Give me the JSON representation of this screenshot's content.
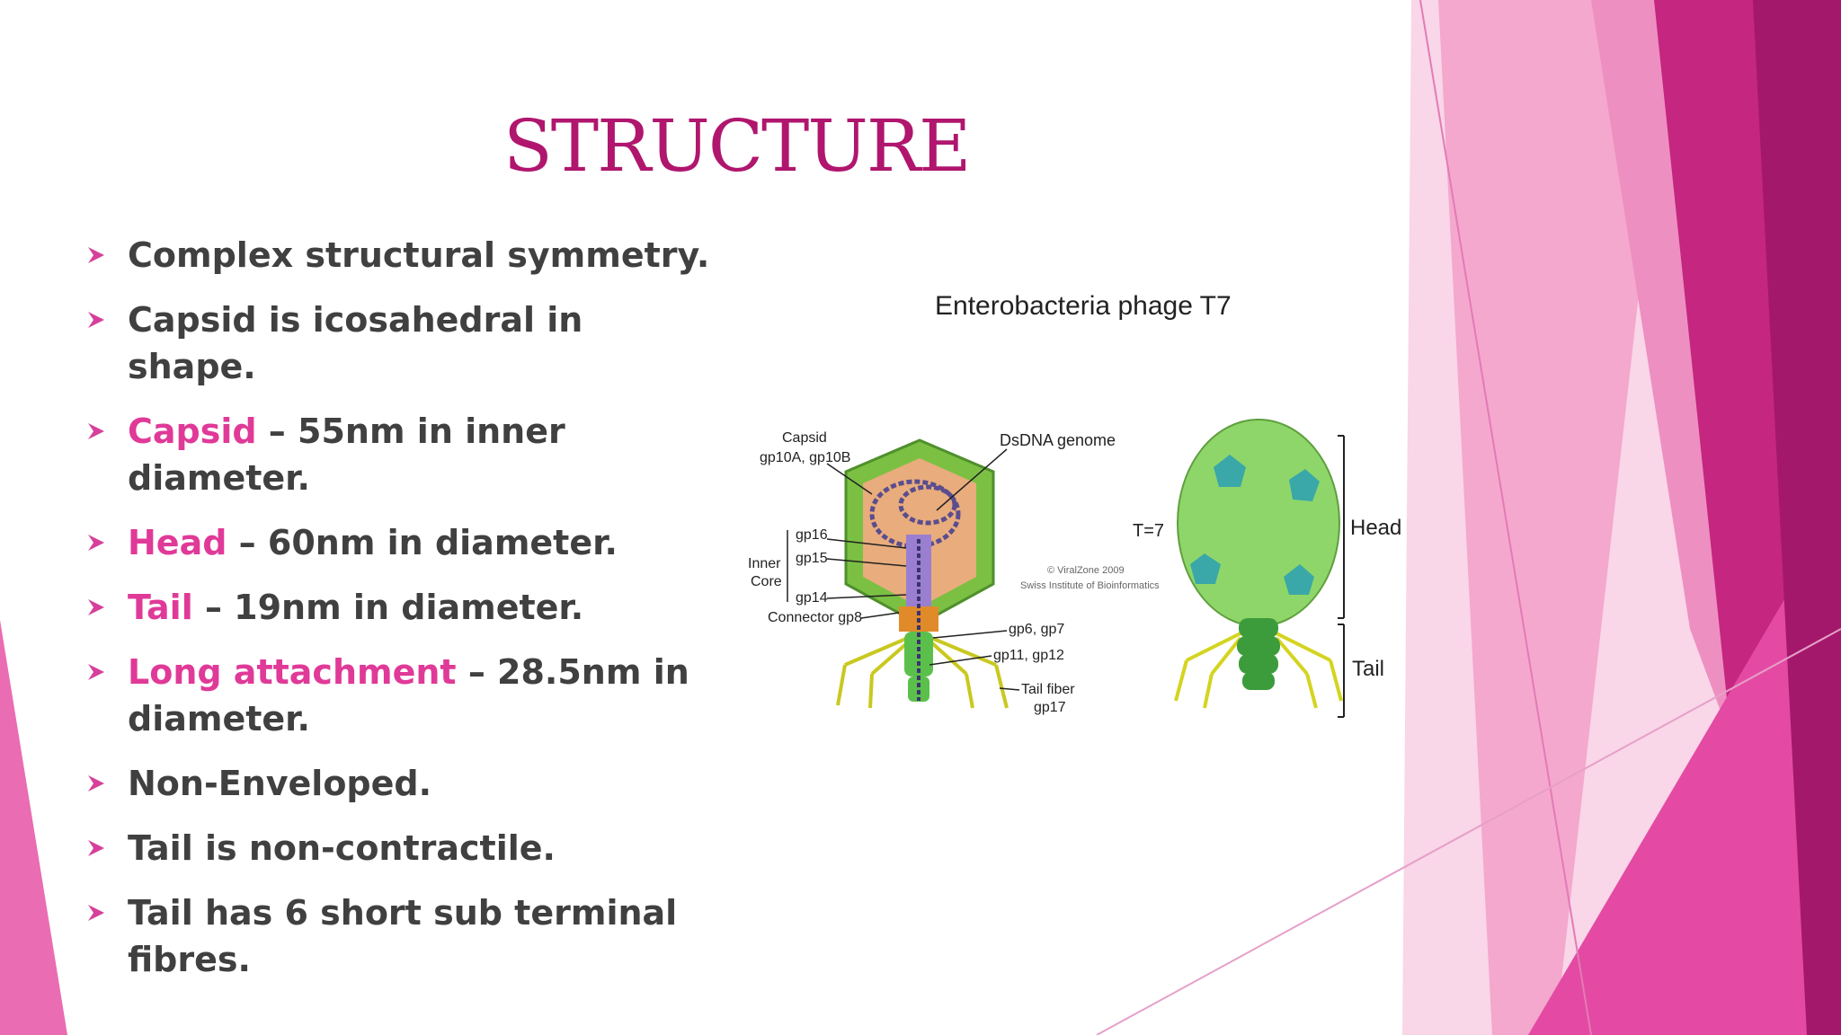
{
  "slide": {
    "title": "STRUCTURE",
    "bullets": [
      {
        "text": "Complex structural symmetry."
      },
      {
        "text": "Capsid is icosahedral in shape."
      },
      {
        "highlight": "Capsid",
        "text": " – 55nm in inner diameter."
      },
      {
        "highlight": "Head",
        "text": " – 60nm in diameter."
      },
      {
        "highlight": "Tail",
        "text": " – 19nm in diameter."
      },
      {
        "highlight": "Long attachment",
        "text": " – 28.5nm in diameter."
      },
      {
        "text": "Non-Enveloped."
      },
      {
        "text": "Tail is non-contractile."
      },
      {
        "text": "Tail has 6 short sub terminal fibres."
      }
    ]
  },
  "figure": {
    "title": "Enterobacteria phage T7",
    "labels": {
      "capsid": "Capsid",
      "capsid_gp": "gp10A, gp10B",
      "dsdna": "DsDNA genome",
      "gp16": "gp16",
      "gp15": "gp15",
      "gp14": "gp14",
      "inner": "Inner",
      "core": "Core",
      "connector": "Connector gp8",
      "gp6": "gp6, gp7",
      "gp11": "gp11, gp12",
      "tailfiber": "Tail fiber",
      "gp17": "gp17",
      "t7": "T=7",
      "head": "Head",
      "tail": "Tail",
      "copyright1": "© ViralZone 2009",
      "copyright2": "Swiss Institute of Bioinformatics"
    }
  },
  "colors": {
    "title": "#b0166e",
    "highlight": "#e03a98",
    "body_text": "#404040",
    "arrow": "#d6409a"
  }
}
